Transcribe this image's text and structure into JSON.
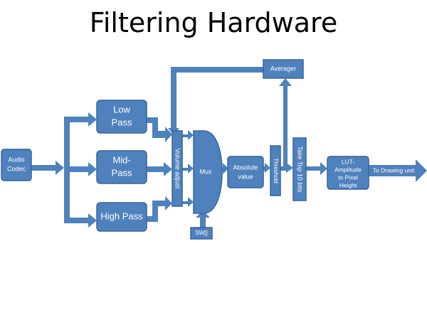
{
  "title": "Filtering Hardware",
  "colors": {
    "block_fill": "#4F81BD",
    "block_stroke": "#3A6496",
    "background": "#FFFFFF",
    "text": "#FFFFFF"
  },
  "blocks": {
    "audio_codec": [
      "Audio",
      "Codec"
    ],
    "low_pass": [
      "Low",
      "Pass"
    ],
    "mid_pass": [
      "Mid-",
      "Pass"
    ],
    "high_pass": "High Pass",
    "volume_adjust": "Volume adjust",
    "mux": "Mux",
    "sw": "SW[]",
    "absolute_value": [
      "Absolute",
      "value"
    ],
    "threshold": "Threshold",
    "averager": "Averager",
    "take_top": "Take Top 10 bits",
    "lut": [
      "LUT-",
      "Amplitude",
      "to Pixel",
      "Height"
    ],
    "output": "To Drawing unit"
  }
}
